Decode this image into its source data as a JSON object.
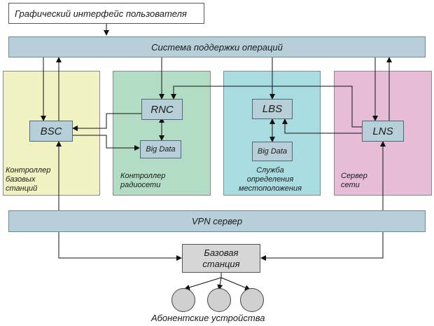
{
  "gui_box": {
    "label": "Графический интерфейс пользователя"
  },
  "ops_bar": {
    "label": "Система поддержки операций"
  },
  "vpn_bar": {
    "label": "VPN сервер"
  },
  "nodes": {
    "bsc": "BSC",
    "rnc": "RNC",
    "lbs": "LBS",
    "lns": "LNS",
    "bigdata_rnc": "Big Data",
    "bigdata_lbs": "Big Data"
  },
  "zones": {
    "bsc_zone": {
      "label_lines": [
        "Контроллер",
        "базовых",
        "станций"
      ],
      "color": "#f1f2c2"
    },
    "rnc_zone": {
      "label_lines": [
        "Контроллер",
        "радиосети"
      ],
      "color": "#b3dcc5"
    },
    "lbs_zone": {
      "label_lines": [
        "Служба",
        "определения",
        "местоположения"
      ],
      "color": "#a9dce0"
    },
    "lns_zone": {
      "label_lines": [
        "Сервер",
        "сети"
      ],
      "color": "#e6bcd6"
    }
  },
  "base_station": {
    "label_lines": [
      "Базовая",
      "станция"
    ]
  },
  "devices": {
    "caption": "Абонентские устройства",
    "count": 3
  }
}
